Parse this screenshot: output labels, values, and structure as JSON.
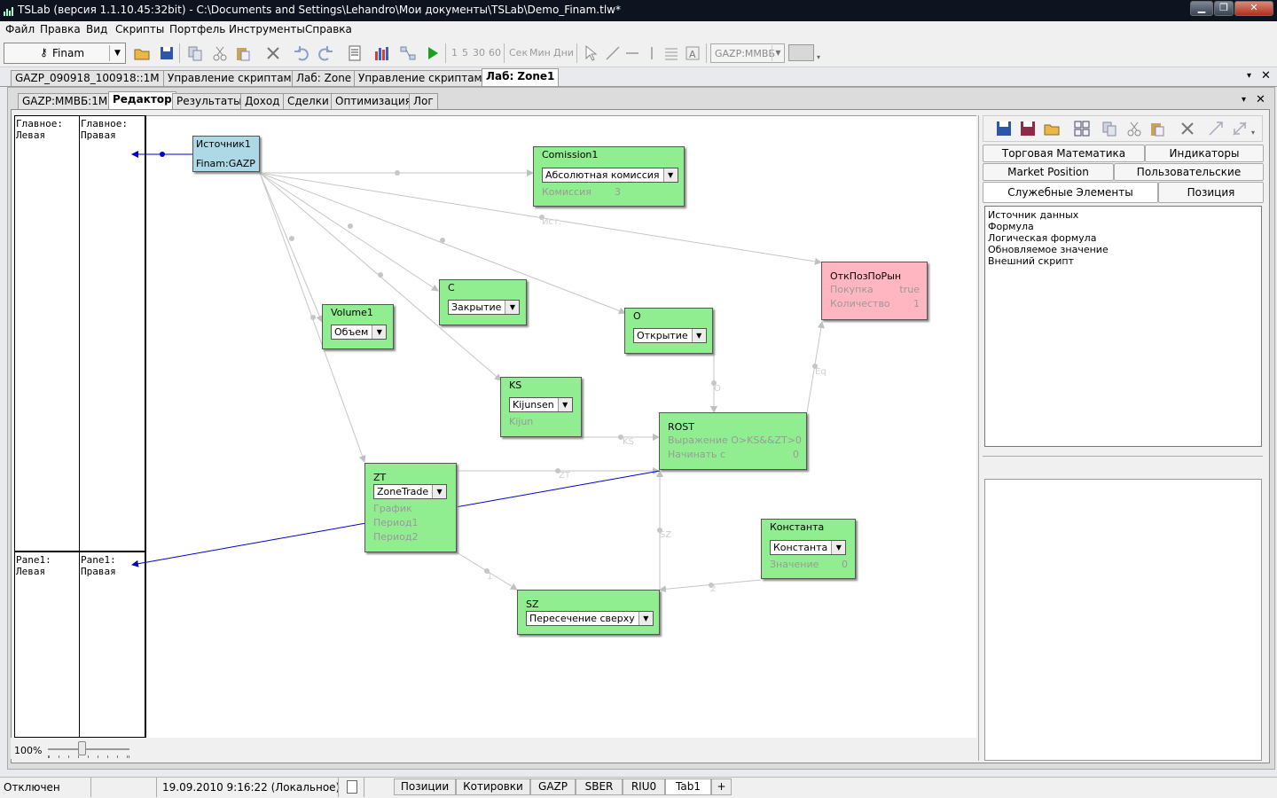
{
  "window": {
    "title": "TSLab (версия 1.1.10.45:32bit) - C:\\Documents and Settings\\Lehandro\\Мои документы\\TSLab\\Demo_Finam.tlw*",
    "min": "▁",
    "max": "❐",
    "close": "✕"
  },
  "menu": [
    "Файл",
    "Правка",
    "Вид",
    "Скрипты",
    "Портфель",
    "Инструменты",
    "Справка"
  ],
  "toolbar": {
    "provider": "Finam",
    "timeframes": [
      "1",
      "5",
      "30",
      "60",
      "Сек",
      "Мин",
      "Дни"
    ],
    "symbol": "GAZP:ММВБ"
  },
  "doc_tabs": [
    "GAZP_090918_100918::1M",
    "Управление скриптами",
    "Лаб: Zone",
    "Управление скриптами",
    "Лаб: Zone1"
  ],
  "doc_tab_active": 4,
  "sub_tabs": [
    "GAZP:ММВБ:1M",
    "Редактор",
    "Результаты",
    "Доход",
    "Сделки",
    "Оптимизация",
    "Лог"
  ],
  "sub_tab_active": 1,
  "panes": {
    "main_left": "Главное:\nЛевая",
    "main_right": "Главное:\nПравая",
    "pane1_left": "Pane1:\nЛевая",
    "pane1_right": "Pane1:\nПравая"
  },
  "nodes": {
    "source": {
      "title": "Источник1",
      "sub": "Finam:GAZP"
    },
    "commission": {
      "title": "Comission1",
      "select": "Абсолютная комиссия",
      "param": "Комиссия",
      "value": "3"
    },
    "close": {
      "title": "C",
      "select": "Закрытие"
    },
    "volume": {
      "title": "Volume1",
      "select": "Объем"
    },
    "open": {
      "title": "O",
      "select": "Открытие"
    },
    "ks": {
      "title": "KS",
      "select": "Kijunsen",
      "param": "Kijun"
    },
    "rost": {
      "title": "ROST",
      "param1": "Выражение O>KS&&ZT>0",
      "param2": "Начинать с",
      "value2": "0"
    },
    "zt": {
      "title": "ZT",
      "select": "ZoneTrade",
      "p1": "График",
      "p2": "Период1",
      "p3": "Период2"
    },
    "position": {
      "title": "ОткПозПоРын",
      "param1": "Покупка",
      "value1": "true",
      "param2": "Количество",
      "value2": "1"
    },
    "constant": {
      "title": "Константа",
      "select": "Константа",
      "param": "Значение",
      "value": "0"
    },
    "sz": {
      "title": "SZ",
      "select": "Пересечение сверху"
    }
  },
  "edge_labels": {
    "ist": "Ист.",
    "o": "O",
    "ks": "KS",
    "zt": "ZT",
    "eq": "Eq",
    "sz": "SZ",
    "one": "1",
    "two": "2"
  },
  "zoom": "100%",
  "right_tabs": {
    "row1": [
      "Торговая Математика",
      "Индикаторы"
    ],
    "row2": [
      "Market Position",
      "Пользовательские"
    ],
    "row3": [
      "Служебные Элементы",
      "Позиция"
    ]
  },
  "elements": [
    "Источник данных",
    "Формула",
    "Логическая формула",
    "Обновляемое значение",
    "Внешний скрипт"
  ],
  "status": {
    "connection": "Отключен",
    "datetime": "19.09.2010 9:16:22 (Локальное)",
    "tabs": [
      "Позиции",
      "Котировки",
      "GAZP",
      "SBER",
      "RIU0",
      "Tab1",
      "+"
    ],
    "active_tab": 5
  },
  "colors": {
    "node_green": "#90ee90",
    "node_source": "#add8e6",
    "node_pink": "#ffb6c1",
    "link_blue": "#0000cc"
  }
}
